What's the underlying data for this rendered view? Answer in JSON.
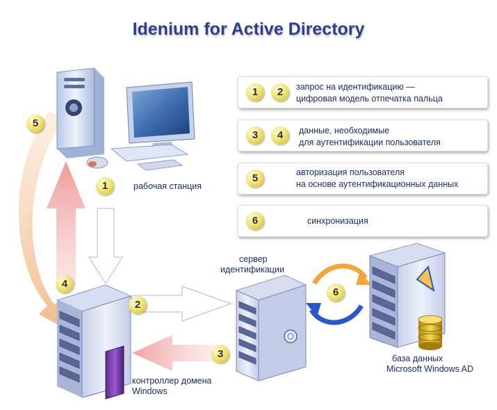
{
  "title": "Idenium for Active Directory",
  "legend": [
    {
      "steps": [
        "1",
        "2"
      ],
      "line1": "запрос на идентификацию —",
      "line2": "цифровая модель отпечатка пальца"
    },
    {
      "steps": [
        "3",
        "4"
      ],
      "line1": "данные, необходимые",
      "line2": "для аутентификации пользователя"
    },
    {
      "steps": [
        "5"
      ],
      "line1": "авторизация пользователя",
      "line2": "на основе аутентификационных данных"
    },
    {
      "steps": [
        "6"
      ],
      "line1": "синхронизация",
      "line2": ""
    }
  ],
  "nodes": {
    "workstation": "рабочая станция",
    "dc_line1": "контроллер домена",
    "dc_line2": "Windows",
    "server_line1": "сервер",
    "server_line2": "идентификации",
    "db_line1": "база данных",
    "db_line2": "Microsoft Windows AD"
  },
  "step_badges": [
    "1",
    "2",
    "3",
    "4",
    "5",
    "6"
  ],
  "colors": {
    "title": "#2d3f8c",
    "text": "#1e2a6a",
    "badge": "#f2e57a",
    "arrow_red": "#f4b8b8",
    "arrow_orange": "#f3c9a0",
    "server_face": "#dde3f3",
    "sync_blue": "#2a57c9",
    "sync_orange": "#f0a640"
  },
  "icons": [
    "workstation-icon",
    "domain-controller-icon",
    "identification-server-icon",
    "database-server-icon",
    "database-cylinder-icon",
    "sync-icon"
  ]
}
